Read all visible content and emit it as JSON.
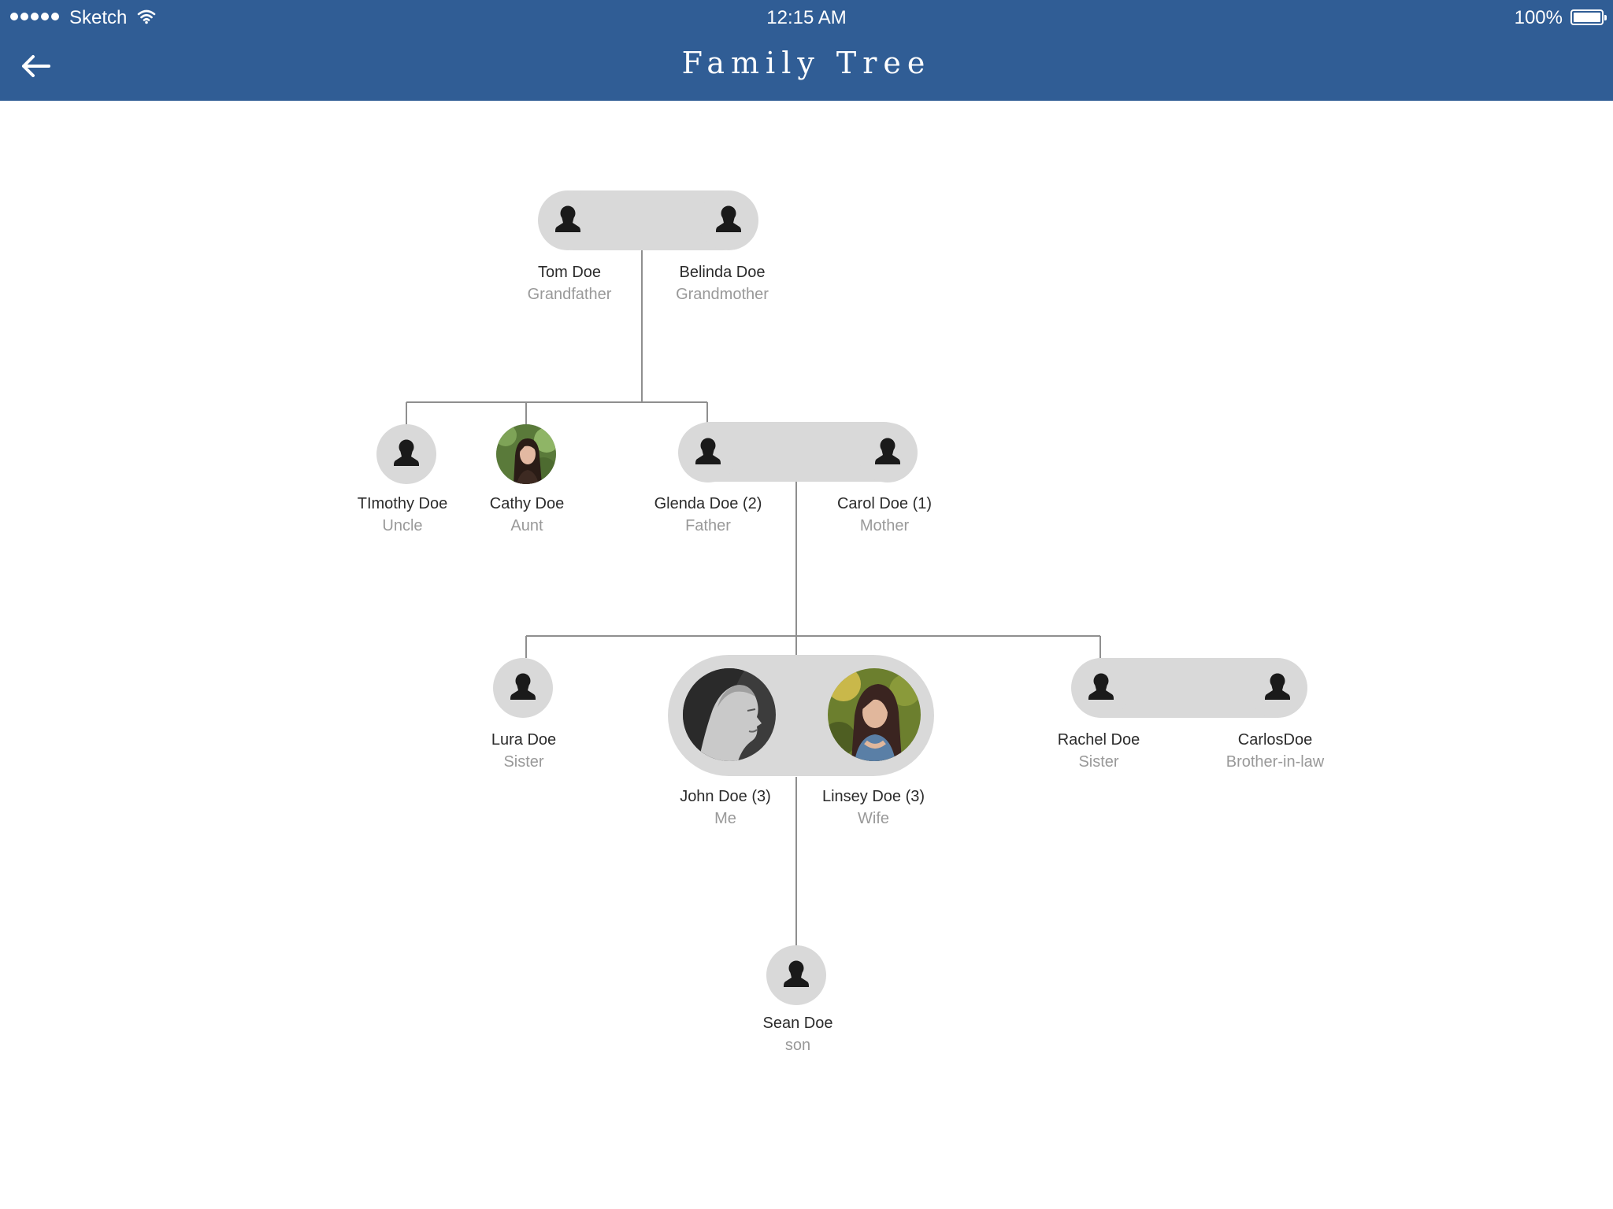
{
  "status_bar": {
    "carrier": "Sketch",
    "time": "12:15 AM",
    "battery": "100%"
  },
  "header": {
    "title": "Family Tree",
    "back_icon": "arrow-left-icon"
  },
  "colors": {
    "header_background": "#305d95",
    "node_background": "#d9d9d9",
    "connector": "#8f8f8f",
    "name_text": "#2b2b2b",
    "role_text": "#999999"
  },
  "tree": {
    "grandparents": {
      "grandfather": {
        "name": "Tom Doe",
        "role": "Grandfather",
        "avatar": "person-silhouette-icon"
      },
      "grandmother": {
        "name": "Belinda Doe",
        "role": "Grandmother",
        "avatar": "person-silhouette-icon"
      }
    },
    "parents_generation": {
      "uncle": {
        "name": "TImothy Doe",
        "role": "Uncle",
        "avatar": "person-silhouette-icon"
      },
      "aunt": {
        "name": "Cathy Doe",
        "role": "Aunt",
        "avatar": "photo"
      },
      "father": {
        "name": "Glenda Doe (2)",
        "role": "Father",
        "avatar": "person-silhouette-icon"
      },
      "mother": {
        "name": "Carol Doe (1)",
        "role": "Mother",
        "avatar": "person-silhouette-icon"
      }
    },
    "my_generation": {
      "sister1": {
        "name": "Lura Doe",
        "role": "Sister",
        "avatar": "person-silhouette-icon"
      },
      "me": {
        "name": "John Doe (3)",
        "role": "Me",
        "avatar": "photo"
      },
      "wife": {
        "name": "Linsey Doe (3)",
        "role": "Wife",
        "avatar": "photo"
      },
      "sister2": {
        "name": "Rachel Doe",
        "role": "Sister",
        "avatar": "person-silhouette-icon"
      },
      "brother_in_law": {
        "name": "CarlosDoe",
        "role": "Brother-in-law",
        "avatar": "person-silhouette-icon"
      }
    },
    "children": {
      "son": {
        "name": "Sean Doe",
        "role": "son",
        "avatar": "person-silhouette-icon"
      }
    }
  }
}
